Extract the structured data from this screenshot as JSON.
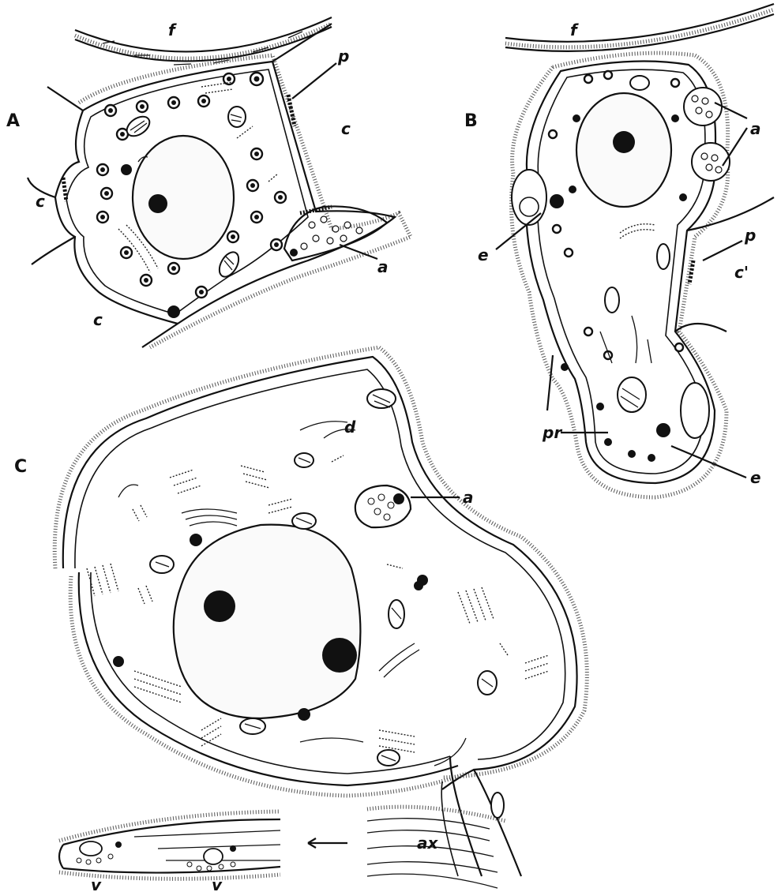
{
  "panels": {
    "a": "A",
    "b": "B",
    "c": "C"
  },
  "labels": {
    "A": {
      "f": "f",
      "p": "p",
      "c1": "c",
      "c2": "c",
      "c3": "c",
      "a": "a"
    },
    "B": {
      "f": "f",
      "a": "a",
      "p": "p",
      "c_prime": "c'",
      "e1": "e",
      "pr": "pr",
      "e2": "e"
    },
    "C": {
      "d": "d",
      "a": "a",
      "ax": "ax",
      "v1": "v",
      "v2": "v"
    }
  }
}
